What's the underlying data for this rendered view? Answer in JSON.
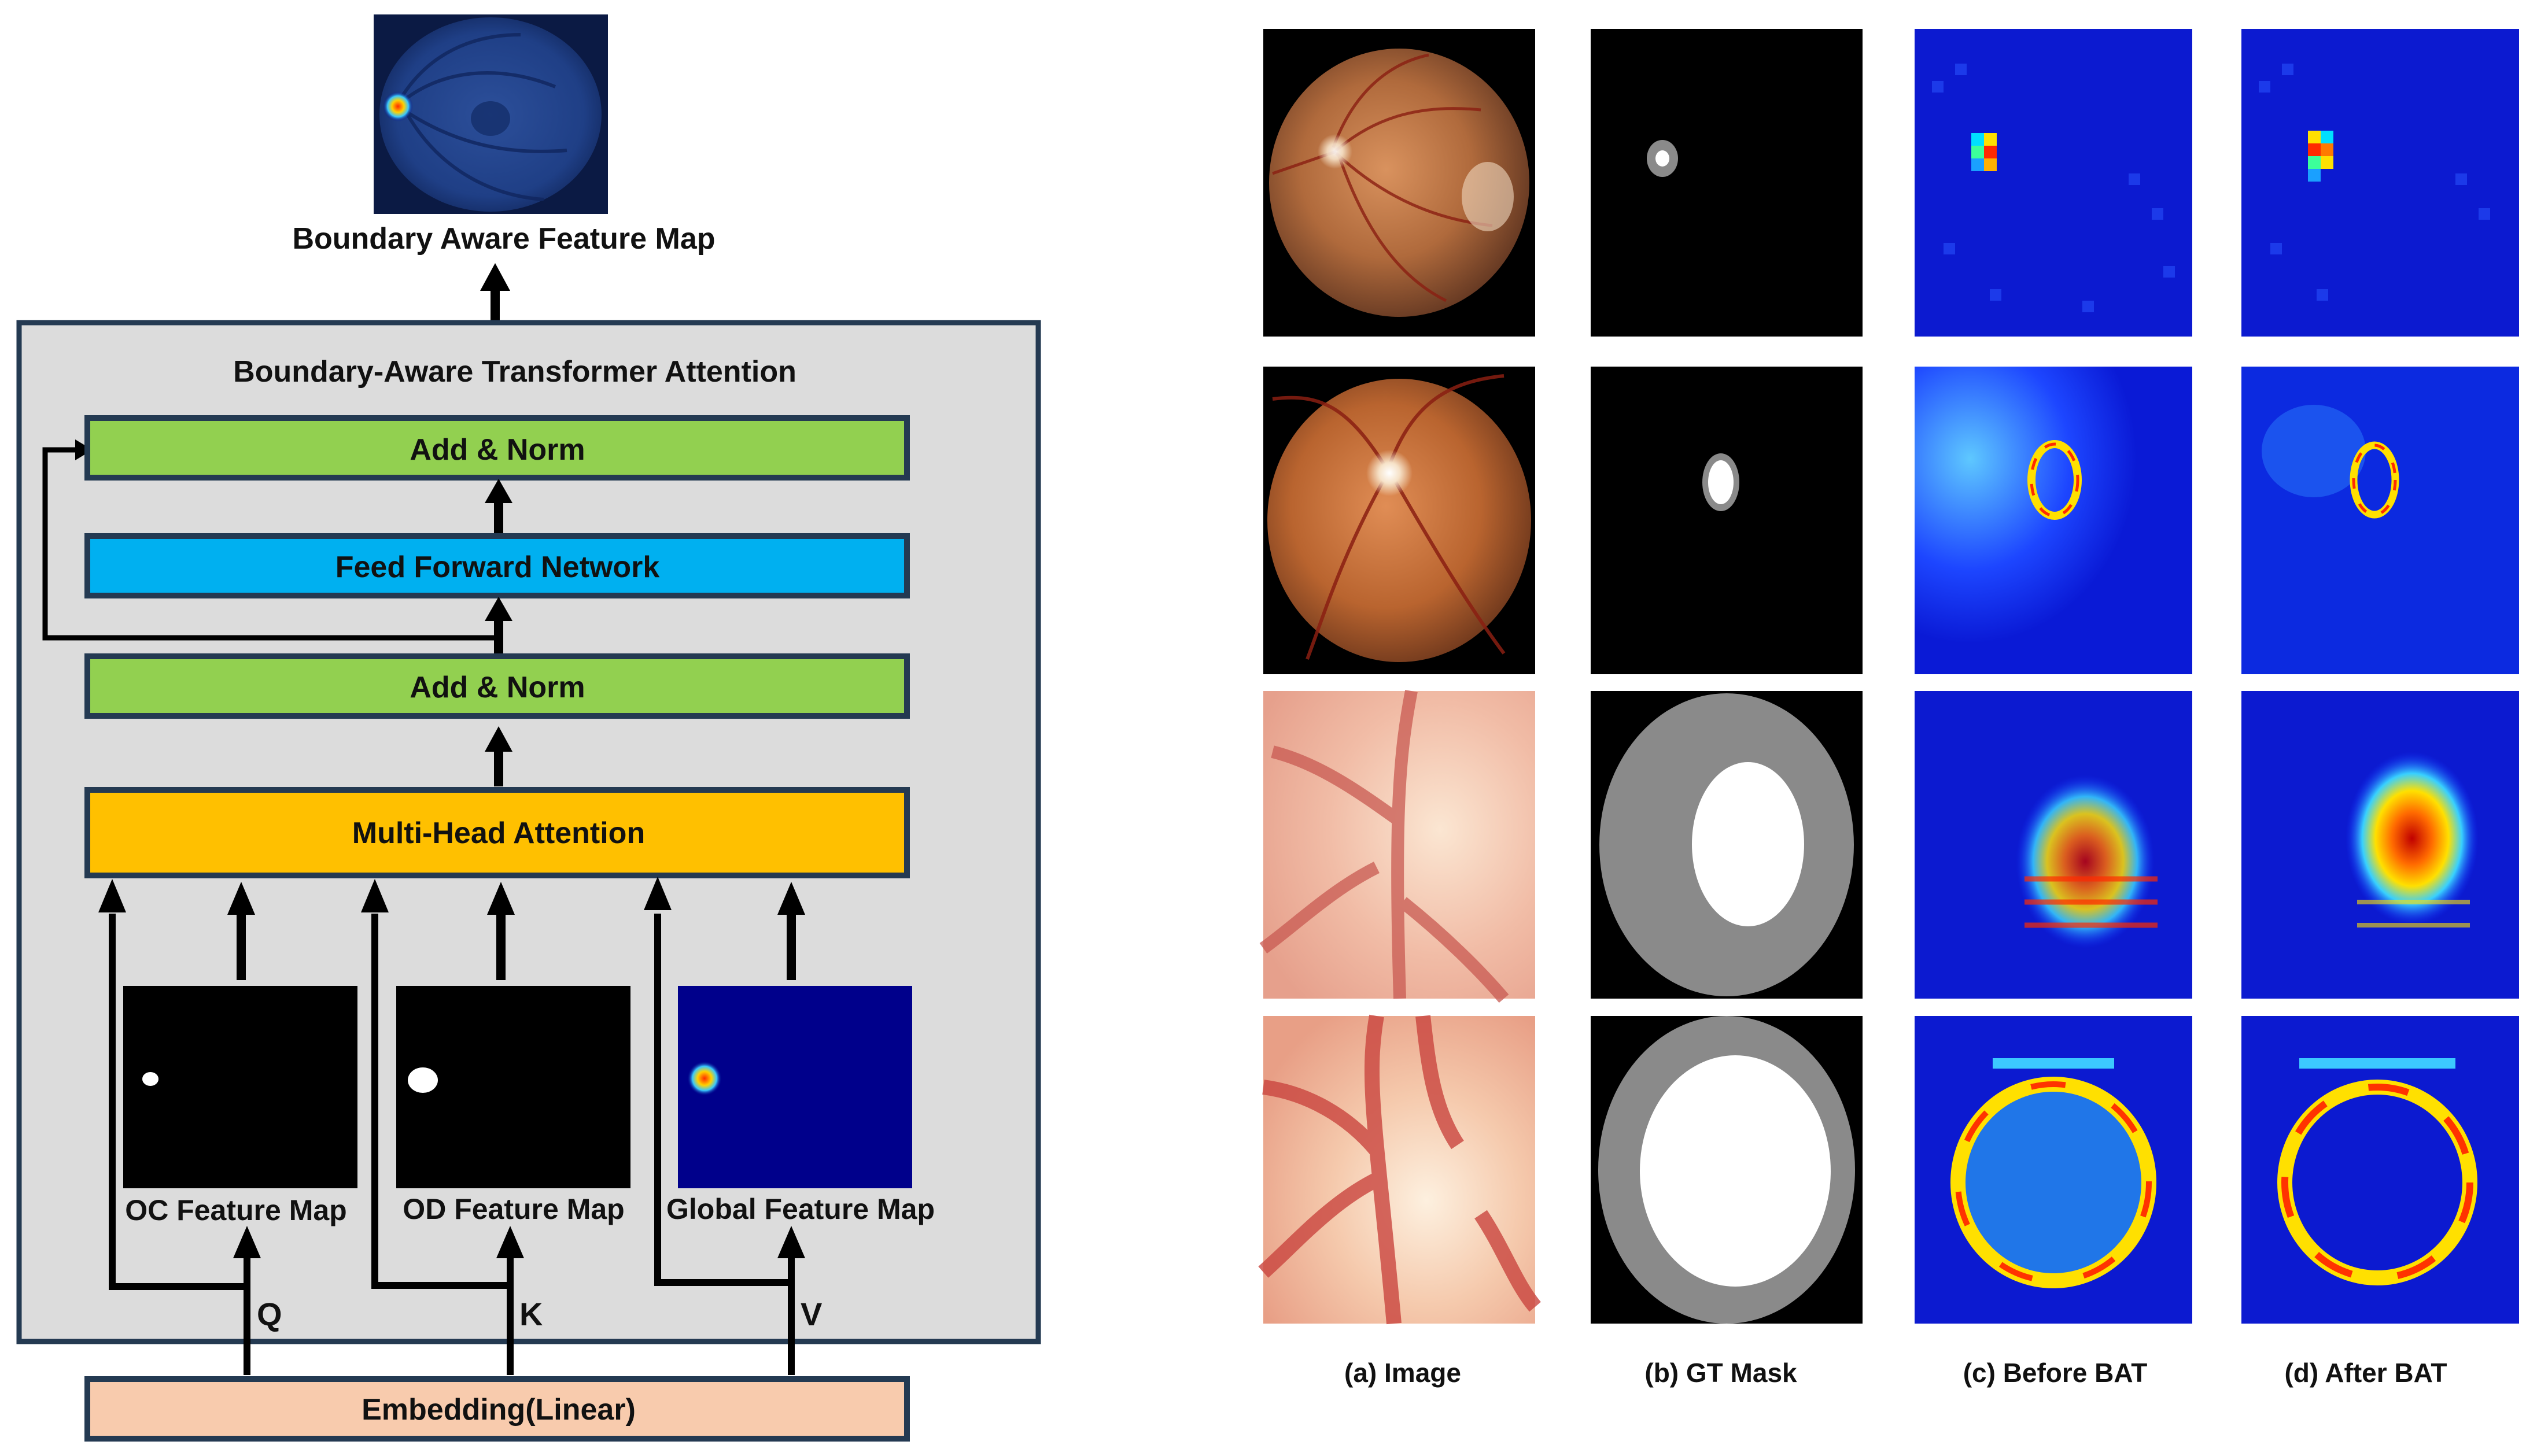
{
  "diagram": {
    "output_label": "Boundary Aware Feature Map",
    "container_title": "Boundary-Aware Transformer Attention",
    "blocks": {
      "add_norm_top": "Add & Norm",
      "ffn": "Feed Forward Network",
      "add_norm_bottom": "Add & Norm",
      "mha": "Multi-Head Attention",
      "embedding": "Embedding(Linear)"
    },
    "feature_maps": {
      "oc": "OC Feature Map",
      "od": "OD Feature Map",
      "global": "Global Feature Map"
    },
    "qkv": {
      "q": "Q",
      "k": "K",
      "v": "V"
    },
    "colors": {
      "container_fill": "#dcdcdc",
      "border": "#243a52",
      "add_norm": "#92d050",
      "ffn": "#00b0f0",
      "mha": "#ffc000",
      "embedding": "#f8cbad"
    }
  },
  "figure": {
    "columns": [
      {
        "caption": "(a) Image"
      },
      {
        "caption": "(b) GT Mask"
      },
      {
        "caption": "(c) Before BAT"
      },
      {
        "caption": "(d) After BAT"
      }
    ]
  }
}
